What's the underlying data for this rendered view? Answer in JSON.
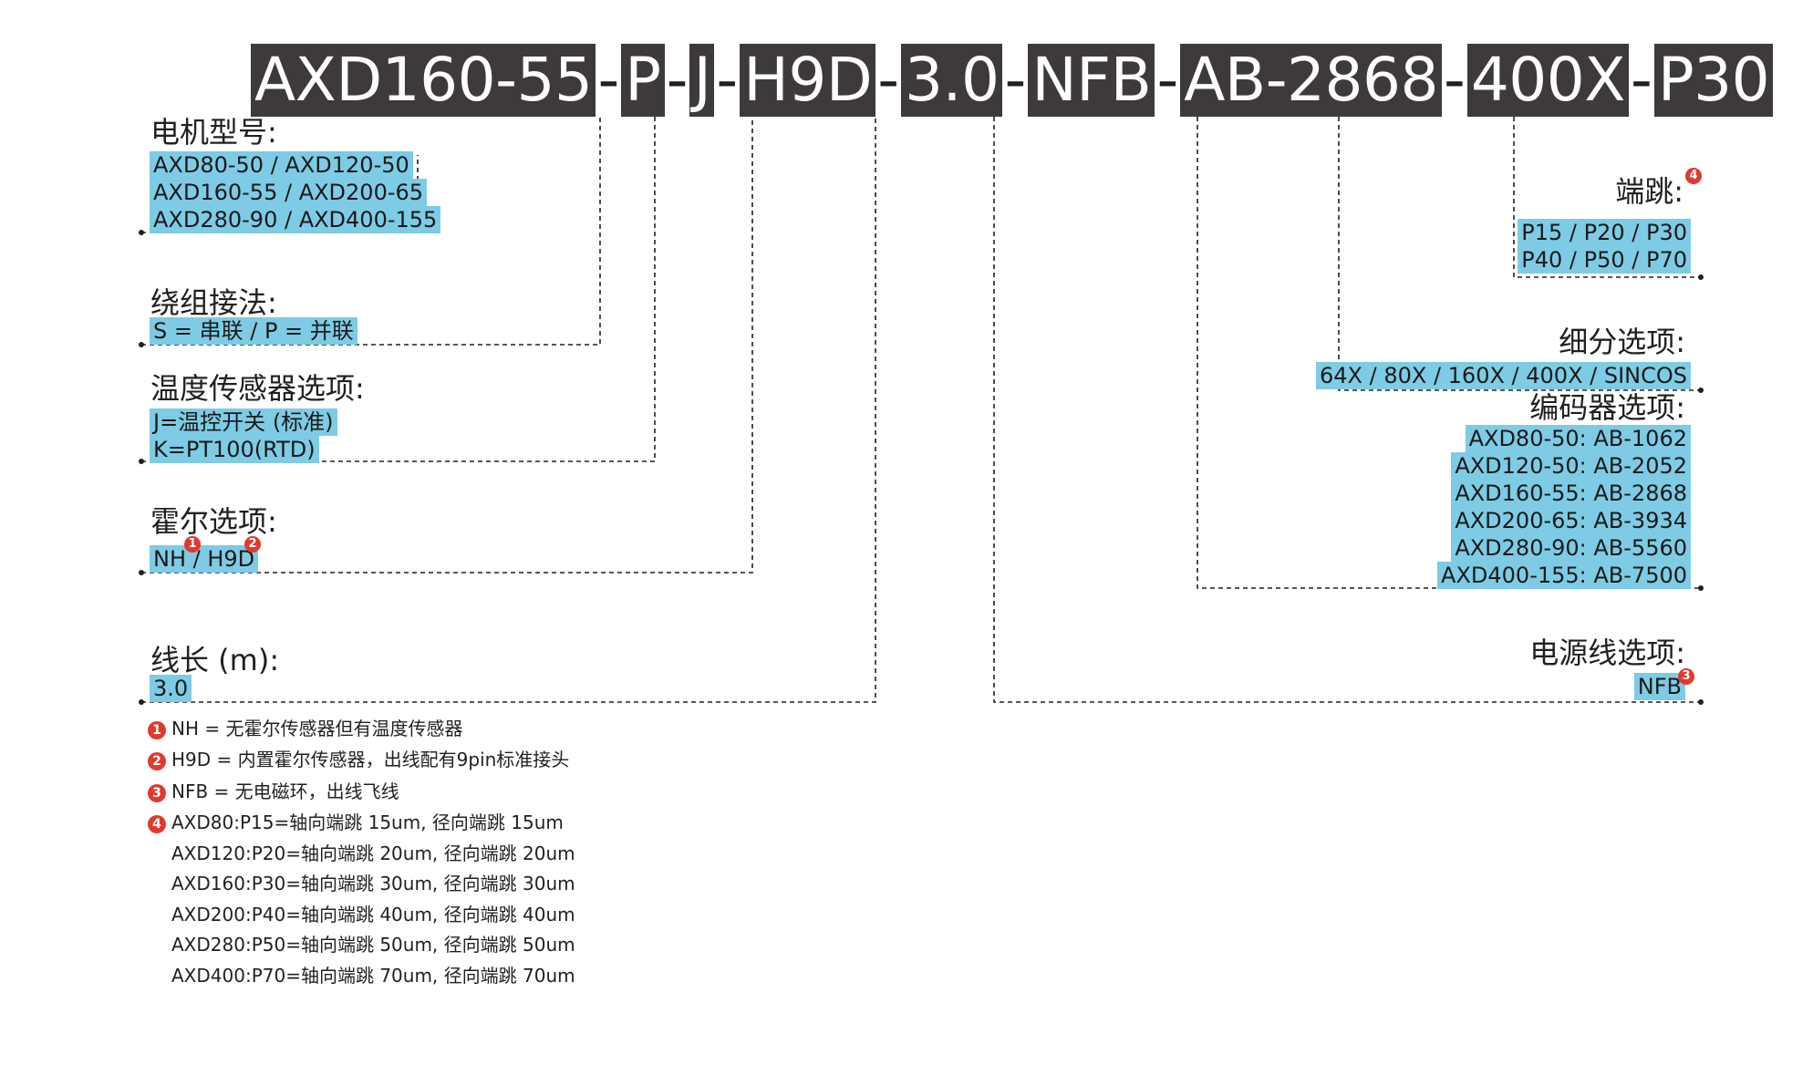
{
  "code_segments": [
    {
      "text": "AXD160-55"
    },
    {
      "text": "P"
    },
    {
      "text": "J"
    },
    {
      "text": "H9D"
    },
    {
      "text": "3.0"
    },
    {
      "text": "NFB"
    },
    {
      "text": "AB-2868"
    },
    {
      "text": "400X"
    },
    {
      "text": "P30"
    }
  ],
  "separator": "-",
  "left_sections": {
    "motor_model": {
      "title": "电机型号:",
      "options": [
        "AXD80-50 / AXD120-50",
        "AXD160-55 / AXD200-65",
        "AXD280-90 / AXD400-155"
      ]
    },
    "winding": {
      "title": "绕组接法:",
      "options": [
        "S = 串联 / P = 并联"
      ]
    },
    "temp_sensor": {
      "title": "温度传感器选项:",
      "options": [
        "J=温控开关 (标准)",
        "K=PT100(RTD)"
      ]
    },
    "hall": {
      "title": "霍尔选项:",
      "option_text": "NH / H9D",
      "badge_1": "1",
      "badge_2": "2"
    },
    "cable_length": {
      "title": "线长 (m):",
      "options": [
        "3.0"
      ]
    }
  },
  "right_sections": {
    "runout": {
      "title": "端跳:",
      "badge": "4",
      "options": [
        "P15 / P20 / P30",
        "P40 / P50 / P70"
      ]
    },
    "subdivision": {
      "title": "细分选项:",
      "options": [
        "64X / 80X / 160X / 400X / SINCOS"
      ]
    },
    "encoder": {
      "title": "编码器选项:",
      "options": [
        "AXD80-50: AB-1062",
        "AXD120-50: AB-2052",
        "AXD160-55: AB-2868",
        "AXD200-65: AB-3934",
        "AXD280-90: AB-5560",
        "AXD400-155: AB-7500"
      ]
    },
    "power_cable": {
      "title": "电源线选项:",
      "option_text": "NFB",
      "badge": "3"
    }
  },
  "notes": [
    {
      "badge": "1",
      "text": "NH = 无霍尔传感器但有温度传感器"
    },
    {
      "badge": "2",
      "text": "H9D = 内置霍尔传感器，出线配有9pin标准接头"
    },
    {
      "badge": "3",
      "text": "NFB =  无电磁环，出线飞线"
    },
    {
      "badge": "4",
      "text": "AXD80:P15=轴向端跳 15um, 径向端跳 15um"
    }
  ],
  "note_continuation": [
    "AXD120:P20=轴向端跳 20um, 径向端跳 20um",
    "AXD160:P30=轴向端跳 30um, 径向端跳 30um",
    "AXD200:P40=轴向端跳 40um, 径向端跳 40um",
    "AXD280:P50=轴向端跳 50um, 径向端跳 50um",
    "AXD400:P70=轴向端跳 70um, 径向端跳 70um"
  ],
  "colors": {
    "code_bg": "#3e3a39",
    "option_bg": "#7ecbe5",
    "badge": "#e03a2f",
    "line": "#231f20"
  }
}
